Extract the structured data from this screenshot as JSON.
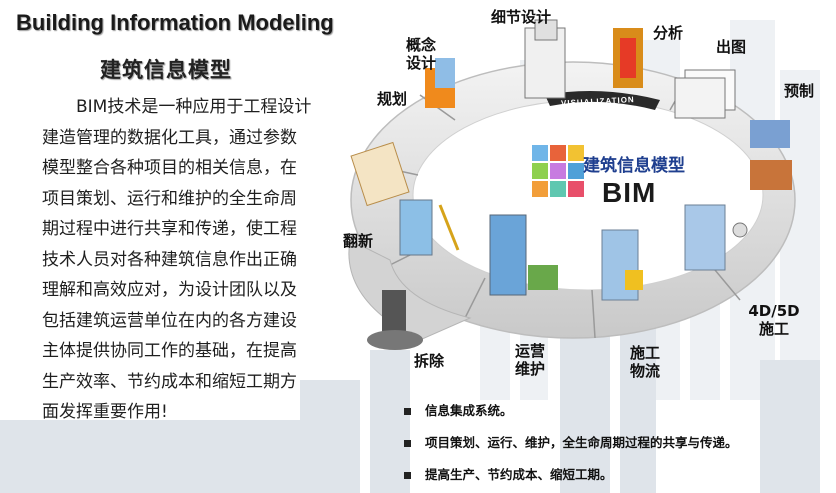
{
  "header": {
    "title_en": "Building Information Modeling",
    "title_cn": "建筑信息模型"
  },
  "intro": {
    "paragraph": "BIM技术是一种应用于工程设计建造管理的数据化工具，通过参数模型整合各种项目的相关信息，在项目策划、运行和维护的全生命周期过程中进行共享和传递，使工程技术人员对各种建筑信息作出正确理解和高效应对，为设计团队以及包括建筑运营单位在内的各方建设主体提供协同工作的基础，在提高生产效率、节约成本和缩短工期方面发挥重要作用!"
  },
  "diagram": {
    "center_title": "建筑信息模型",
    "center_subtitle": "BIM",
    "ribbon_label": "VISUALIZATION",
    "stages": {
      "planning": "规划",
      "concept_design": "概念设计",
      "detail_design": "细节设计",
      "analysis": "分析",
      "drawing": "出图",
      "prefab": "预制",
      "construction_4d5d": "4D/5D施工",
      "logistics": "施工物流",
      "operation": "运营维护",
      "demolition": "拆除",
      "renovation": "翻新"
    }
  },
  "bullets": [
    "信息集成系统。",
    "项目策划、运行、维护，全生命周期过程的共享与传递。",
    "提高生产、节约成本、缩短工期。"
  ],
  "colors": {
    "ring_fill": "#e4e4e4",
    "ring_edge": "#cfcfcf",
    "ribbon": "#2a2a2a",
    "bim_title": "#1f3f8f"
  }
}
